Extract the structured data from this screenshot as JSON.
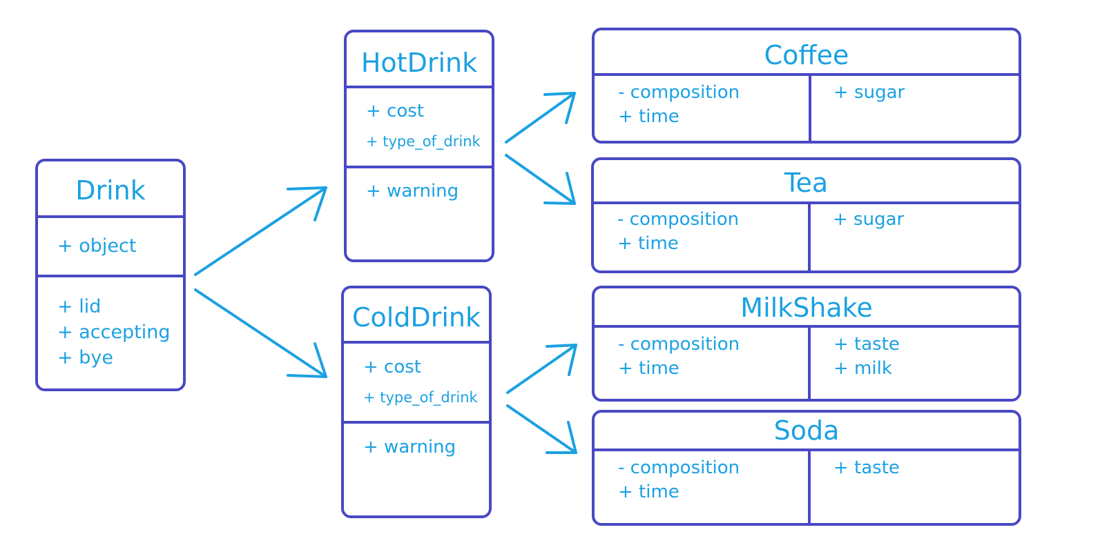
{
  "colors": {
    "border": "#4848c4",
    "text": "#1ba1e2",
    "arrow": "#1ba1e2"
  },
  "drink": {
    "title": "Drink",
    "attributes": [
      "+ object"
    ],
    "methods": [
      "+ lid",
      "+ accepting",
      "+ bye"
    ]
  },
  "hotdrink": {
    "title": "HotDrink",
    "attributes": [
      "+ cost",
      "+ type_of_drink"
    ],
    "methods": [
      "+ warning"
    ]
  },
  "colddrink": {
    "title": "ColdDrink",
    "attributes": [
      "+ cost",
      "+ type_of_drink"
    ],
    "methods": [
      "+ warning"
    ]
  },
  "coffee": {
    "title": "Coffee",
    "left": [
      "- composition",
      "+ time"
    ],
    "right": [
      "+ sugar"
    ]
  },
  "tea": {
    "title": "Tea",
    "left": [
      "- composition",
      "+ time"
    ],
    "right": [
      "+ sugar"
    ]
  },
  "milkshake": {
    "title": "MilkShake",
    "left": [
      "- composition",
      "+ time"
    ],
    "right": [
      "+ taste",
      "+ milk"
    ]
  },
  "soda": {
    "title": "Soda",
    "left": [
      "- composition",
      "+ time"
    ],
    "right": [
      "+ taste"
    ]
  }
}
